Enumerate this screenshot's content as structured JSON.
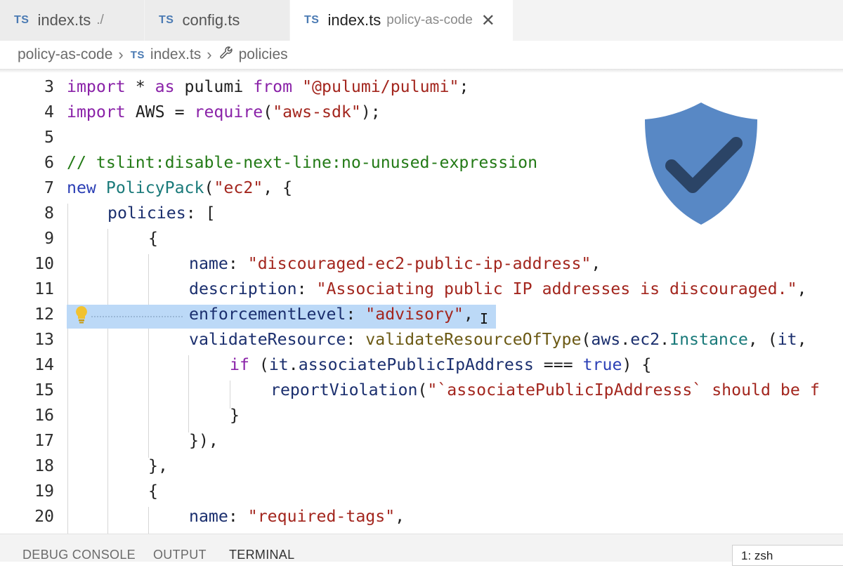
{
  "tabs": [
    {
      "icon": "TS",
      "name": "index.ts",
      "path": "./"
    },
    {
      "icon": "TS",
      "name": "config.ts",
      "path": ""
    },
    {
      "icon": "TS",
      "name": "index.ts",
      "path": "policy-as-code",
      "close": "✕"
    }
  ],
  "breadcrumb": {
    "folder": "policy-as-code",
    "file_icon": "TS",
    "file": "index.ts",
    "symbol": "policies",
    "separator": "›"
  },
  "editor": {
    "lines": [
      {
        "num": "3"
      },
      {
        "num": "4"
      },
      {
        "num": "5"
      },
      {
        "num": "6"
      },
      {
        "num": "7"
      },
      {
        "num": "8"
      },
      {
        "num": "9"
      },
      {
        "num": "10"
      },
      {
        "num": "11"
      },
      {
        "num": "12"
      },
      {
        "num": "13"
      },
      {
        "num": "14"
      },
      {
        "num": "15"
      },
      {
        "num": "16"
      },
      {
        "num": "17"
      },
      {
        "num": "18"
      },
      {
        "num": "19"
      },
      {
        "num": "20"
      }
    ],
    "tokens": {
      "l3": [
        "import",
        " * ",
        "as",
        " pulumi ",
        "from",
        " ",
        "\"@pulumi/pulumi\"",
        ";"
      ],
      "l4": [
        "import",
        " AWS = ",
        "require",
        "(",
        "\"aws-sdk\"",
        ");"
      ],
      "l6": "// tslint:disable-next-line:no-unused-expression",
      "l7": [
        "new",
        " ",
        "PolicyPack",
        "(",
        "\"ec2\"",
        ", {"
      ],
      "l8": [
        "policies",
        ": ["
      ],
      "l9": "{",
      "l10": [
        "name",
        ": ",
        "\"discouraged-ec2-public-ip-address\"",
        ","
      ],
      "l11": [
        "description",
        ": ",
        "\"Associating public IP addresses is discouraged.\"",
        ","
      ],
      "l12": [
        "enforcementLevel",
        ": ",
        "\"advisory\"",
        ","
      ],
      "l13": [
        "validateResource",
        ": ",
        "validateResourceOfType",
        "(",
        "aws",
        ".",
        "ec2",
        ".",
        "Instance",
        ", (",
        "it",
        ", "
      ],
      "l14": [
        "if",
        " (",
        "it",
        ".",
        "associatePublicIpAddress",
        " === ",
        "true",
        ") {"
      ],
      "l15": [
        "reportViolation",
        "(",
        "\"`associatePublicIpAddresss` should be f"
      ],
      "l16": "}",
      "l17": "}),",
      "l18": "},",
      "l19": "{",
      "l20": [
        "name",
        ": ",
        "\"required-tags\"",
        ","
      ]
    },
    "cursor_glyph": "I"
  },
  "overlay": {
    "icon": "shield-check-icon",
    "color": "#4a7ec0"
  },
  "panel": {
    "tabs": [
      "DEBUG CONSOLE",
      "OUTPUT",
      "TERMINAL"
    ],
    "active": "TERMINAL",
    "terminal_select": "1: zsh"
  },
  "colors": {
    "keyword": "#8a22a8",
    "string": "#a3261e",
    "comment": "#237a16",
    "selection": "#bcd9f7",
    "ts_icon": "#4a7ab3"
  }
}
